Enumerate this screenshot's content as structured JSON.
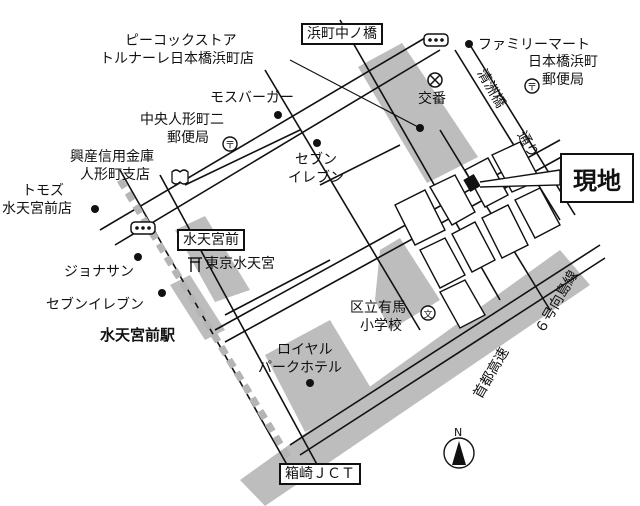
{
  "map": {
    "title": "現地",
    "colors": {
      "block_gray": "#bdbdbd",
      "road_line": "#111111",
      "railway_dash": "#b5b5b5",
      "site_marker": "#111111"
    },
    "stations_and_intersections": {
      "hamacho_nakanohashi": "浜町中ノ橋",
      "suitengumae": "水天宮前",
      "hakozaki_jct": "箱崎ＪＣＴ",
      "suitengumae_station": "水天宮前駅"
    },
    "streets": {
      "kiyosubashi_dori_1": "清洲橋",
      "kiyosubashi_dori_2": "通り",
      "shuto_expressway": "首都高速",
      "route6": "６号向島線"
    },
    "landmarks": {
      "peacock_line1": "ピーコックストア",
      "peacock_line2": "トルナーレ日本橋浜町店",
      "mos_burger": "モスバーガー",
      "chuo_post_line1": "中央人形町二",
      "chuo_post_line2": "郵便局",
      "kosan_line1": "興産信用金庫",
      "kosan_line2": "人形町支店",
      "tomoz_line1": "トモズ",
      "tomoz_line2": "水天宮前店",
      "jonathan": "ジョナサン",
      "seven_left": "セブンイレブン",
      "seven_center_1": "セブン",
      "seven_center_2": "イレブン",
      "police_box": "交番",
      "familymart": "ファミリーマート",
      "nihonbashi_post_line1": "日本橋浜町",
      "nihonbashi_post_line2": "郵便局",
      "suitengu_shrine": "東京水天宮",
      "arima_school_line1": "区立有馬",
      "arima_school_line2": "小学校",
      "royal_park_line1": "ロイヤル",
      "royal_park_line2": "パークホテル"
    },
    "icons": {
      "post_office": "〒",
      "school": "文",
      "shrine": "⛩",
      "bank": "bank-symbol",
      "police": "⊗",
      "bus": "bus-stop"
    },
    "compass": {
      "label": "N"
    }
  }
}
